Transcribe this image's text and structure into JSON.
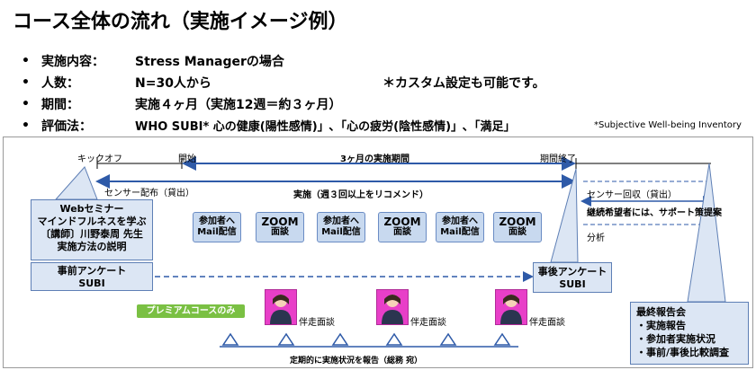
{
  "title": "コース全体の流れ（実施イメージ例）",
  "bullet": "•",
  "rows": [
    {
      "label": "実施内容：",
      "value": "Stress Managerの場合",
      "note": ""
    },
    {
      "label": "人数：",
      "value": "N=30人から",
      "note": "＊カスタム設定も可能です。"
    },
    {
      "label": "期間：",
      "value": "実施４ヶ月（実施12週＝約３ヶ月）",
      "note": ""
    },
    {
      "label": "評価法：",
      "value": "WHO SUBI*  心の健康(陽性感情)」､「心の疲労(陰性感情)」､「満足」",
      "note": "*Subjective Well-being Inventory"
    }
  ],
  "timeline": {
    "kickoff": "キックオフ",
    "start": "開始",
    "period": "3ヶ月の実施期間",
    "end": "期間終了",
    "sensor_out": "センサー配布（貸出）",
    "implementation": "実施（週３回以上をリコメンド）",
    "sensor_return": "センサー回収（貸出）",
    "support": "継続希望者には、サポート策提案",
    "analysis": "分析"
  },
  "webinar": {
    "lines": [
      "Webセミナー",
      "マインドフルネスを学ぶ",
      "〔講師〕川野泰周 先生",
      "実施方法の説明"
    ],
    "survey": [
      "事前アンケート",
      "SUBI"
    ]
  },
  "post_survey": [
    "事後アンケート",
    "SUBI"
  ],
  "pills": [
    {
      "l1": "参加者へ",
      "l2": "Mail配信"
    },
    {
      "l1": "ZOOM",
      "l2": "面談"
    },
    {
      "l1": "参加者へ",
      "l2": "Mail配信"
    },
    {
      "l1": "ZOOM",
      "l2": "面談"
    },
    {
      "l1": "参加者へ",
      "l2": "Mail配信"
    },
    {
      "l1": "ZOOM",
      "l2": "面談"
    }
  ],
  "premium": "プレミアムコースのみ",
  "accompany": [
    "伴走面談",
    "伴走面談",
    "伴走面談"
  ],
  "report_note": "定期的に実施状況を報告（総務 宛）",
  "final_report": {
    "title": "最終報告会",
    "items": [
      "・実施報告",
      "・参加者実施状況",
      "・事前/事後比較調査"
    ]
  },
  "colors": {
    "accent": "#2e5aa8",
    "callout_fill": "#dce6f4",
    "premium": "#7ac043",
    "person": "#e83fc8"
  }
}
